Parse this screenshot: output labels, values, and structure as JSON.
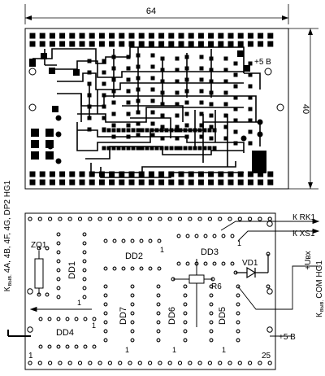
{
  "top_view": {
    "width_label": "64",
    "height_label": "40",
    "power_label": "+5 В"
  },
  "bottom_view": {
    "chips": {
      "dd1": "DD1",
      "dd2": "DD2",
      "dd3": "DD3",
      "dd4": "DD4",
      "dd5": "DD5",
      "dd6": "DD6",
      "dd7": "DD7"
    },
    "components": {
      "zq1": "ZQ1",
      "vd1": "VD1",
      "r6": "R6"
    },
    "pin_labels": {
      "dd2_pin1": "1",
      "dd3_pin1": "1",
      "dd1_pin1": "1",
      "dd4_pin1": "1",
      "dd7_pin1": "1",
      "dd6_pin1": "1",
      "dd5_pin1": "1",
      "board_pin1": "1",
      "board_pin25": "25"
    },
    "conn": {
      "rk1": "К RK1",
      "xs1": "К XS1",
      "plus5v": "+5 В",
      "uin": "+Uвх",
      "com_prefix": "К",
      "com_sub": "выв.",
      "com_rest": "COM HG1",
      "left_prefix": "К",
      "left_sub": "выв.",
      "left_rest": "4A, 4B, 4F, 4G, DP2 HG1"
    }
  }
}
